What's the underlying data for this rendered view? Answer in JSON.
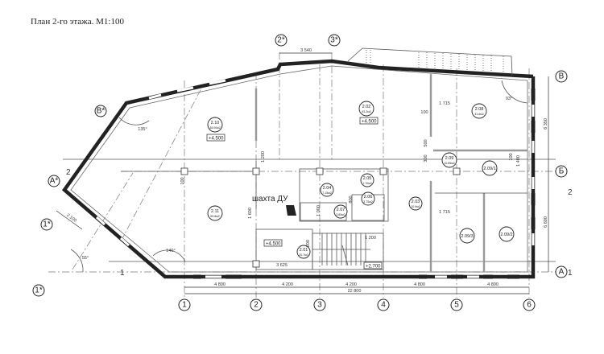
{
  "title": "План 2-го этажа. М1:100",
  "axes_vertical": [
    "1",
    "2",
    "3",
    "4",
    "5",
    "6"
  ],
  "axes_horizontal": [
    "В",
    "Б",
    "А"
  ],
  "axes_star": [
    "2*",
    "3*",
    "В*",
    "А*",
    "1*",
    "1*"
  ],
  "row_marks": {
    "left_2": "2",
    "left_1": "1",
    "right_2": "2",
    "right_1": "1"
  },
  "dims_bottom": [
    "4 800",
    "4 200",
    "4 200",
    "4 800",
    "4 800"
  ],
  "dim_total": "22 800",
  "dims_right": [
    "6 350",
    "6 600"
  ],
  "dim_top": "3 540",
  "dim_diag": "2 100",
  "dims_interior": [
    "1 715",
    "1 715",
    "1 200",
    "1 200",
    "1 200",
    "1 600",
    "1 000",
    "800",
    "1 400",
    "500",
    "300",
    "100",
    "100",
    "100",
    "3 625"
  ],
  "angles": [
    "135°",
    "140°",
    "55°",
    "93°"
  ],
  "shaft_label": "шахта ДУ",
  "elevations": [
    "+4.500",
    "+4.500",
    "+4.500",
    "+2.700"
  ],
  "rooms": [
    {
      "num": "2.10",
      "area": "48.00м2"
    },
    {
      "num": "2.02",
      "area": "93.2м2"
    },
    {
      "num": "2.08",
      "area": "31.6м2"
    },
    {
      "num": "2.09",
      "area": "10.85м2"
    },
    {
      "num": "2.09/1",
      "area": ""
    },
    {
      "num": "2.11",
      "area": "59.8м2"
    },
    {
      "num": "2.04",
      "area": "7.15м2"
    },
    {
      "num": "2.05",
      "area": "1.70м2"
    },
    {
      "num": "2.06",
      "area": "3.75м2"
    },
    {
      "num": "2.07",
      "area": "3.85м2"
    },
    {
      "num": "2.03",
      "area": "10.9м2"
    },
    {
      "num": "2.01",
      "area": "20.7м2"
    },
    {
      "num": "2.09/3",
      "area": ""
    },
    {
      "num": "2.09/2",
      "area": ""
    }
  ]
}
